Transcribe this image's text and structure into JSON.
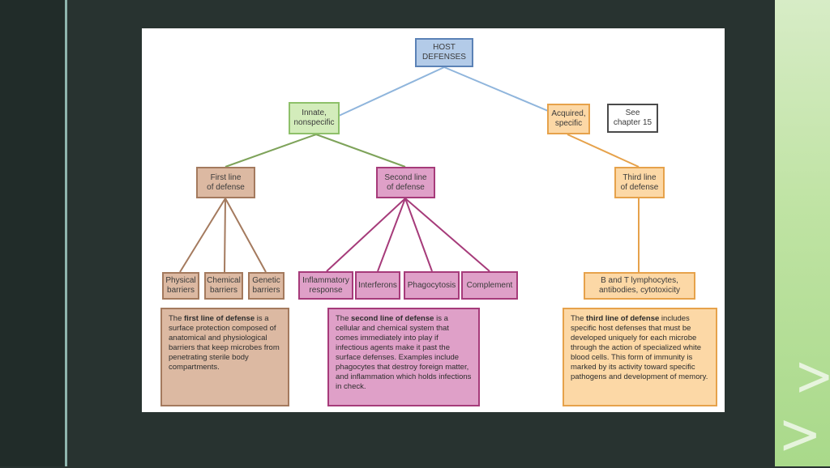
{
  "diagram": {
    "host": "HOST\nDEFENSES",
    "innate": "Innate,\nnonspecific",
    "acquired": "Acquired,\nspecific",
    "see": "See\nchapter 15",
    "first": "First line\nof defense",
    "second": "Second line\nof defense",
    "third": "Third line\nof defense",
    "physical": "Physical\nbarriers",
    "chemical": "Chemical\nbarriers",
    "genetic": "Genetic\nbarriers",
    "inflammatory": "Inflammatory\nresponse",
    "interferons": "Interferons",
    "phagocytosis": "Phagocytosis",
    "complement": "Complement",
    "lymphocytes": "B and T lymphocytes,\nantibodies, cytotoxicity",
    "desc1": {
      "bold": "first line of defense",
      "pre": "The ",
      "post": " is a surface protection composed of anatomical and physiological barriers that keep microbes from penetrating sterile body compartments."
    },
    "desc2": {
      "bold": "second line of defense",
      "pre": "The ",
      "post": " is a cellular and chemical system that comes immediately into play if infectious agents make it past the surface defenses. Examples include phagocytes that destroy foreign matter, and inflammation which holds infections in check."
    },
    "desc3": {
      "bold": "third line of defense",
      "pre": "The ",
      "post": " includes specific host defenses that must be developed uniquely for each microbe through the action of specialized white blood cells. This form of immunity is marked by its activity toward specific pathogens and development of memory."
    }
  },
  "colors": {
    "host_line": "#8fb5dc",
    "innate_line": "#7ea35a",
    "acquired_line": "#e6a24b",
    "first_line": "#a47a5e",
    "second_line": "#a63b7a"
  }
}
